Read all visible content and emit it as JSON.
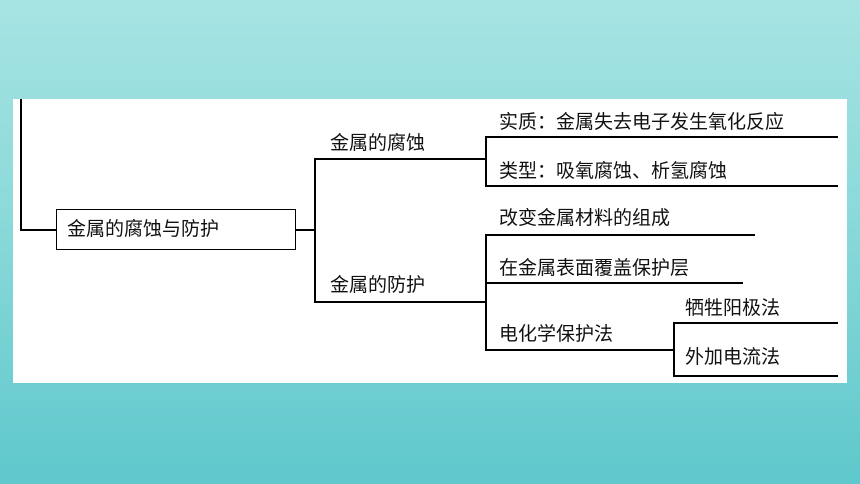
{
  "colors": {
    "background_top": "#a6e4e3",
    "background_bottom": "#5ec8cc",
    "panel": "#ffffff",
    "line": "#000000"
  },
  "diagram": {
    "root": "金属的腐蚀与防护",
    "corrosion": {
      "label": "金属的腐蚀",
      "items": [
        "实质：金属失去电子发生氧化反应",
        "类型：吸氧腐蚀、析氢腐蚀"
      ]
    },
    "protection": {
      "label": "金属的防护",
      "items": [
        "改变金属材料的组成",
        "在金属表面覆盖保护层",
        "电化学保护法"
      ],
      "electrochemical_methods": [
        "牺牲阳极法",
        "外加电流法"
      ]
    }
  }
}
